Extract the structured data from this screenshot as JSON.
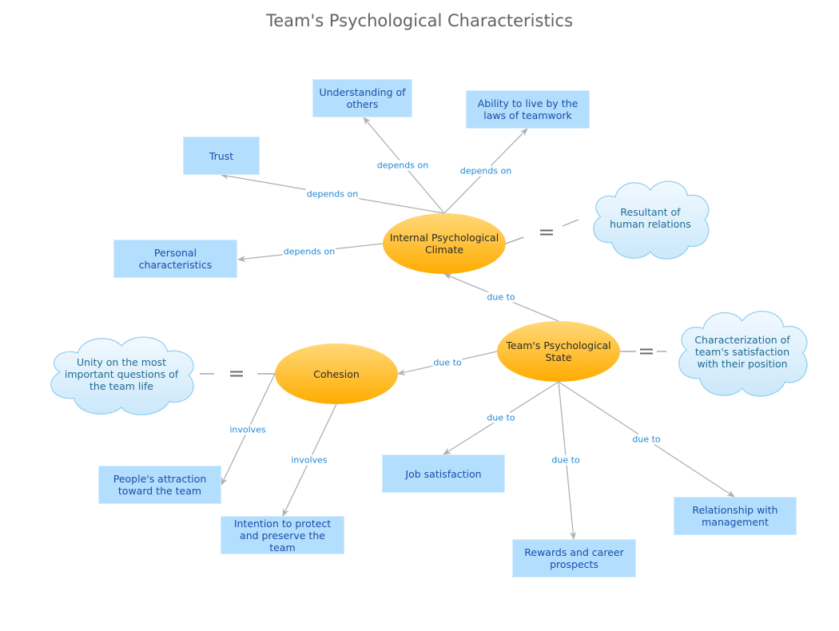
{
  "title": "Team's Psychological Characteristics",
  "colors": {
    "box_fill": "#b3defd",
    "box_text": "#1a4ea8",
    "ellipse_top": "#ffd878",
    "ellipse_bottom": "#ffac00",
    "cloud_fill": "#d3ecfc",
    "cloud_stroke": "#8fcdf0",
    "edge_line": "#b0b0b0",
    "edge_label": "#1e88d8"
  },
  "nodes": {
    "internal_climate": {
      "label": "Internal Psychological Climate",
      "shape": "ellipse"
    },
    "team_state": {
      "label": "Team's Psychological State",
      "shape": "ellipse"
    },
    "cohesion": {
      "label": "Cohesion",
      "shape": "ellipse"
    },
    "understanding": {
      "label": "Understanding of others",
      "shape": "box"
    },
    "ability": {
      "label": "Ability to live by the laws of teamwork",
      "shape": "box"
    },
    "trust": {
      "label": "Trust",
      "shape": "box"
    },
    "personal": {
      "label": "Personal characteristics",
      "shape": "box"
    },
    "attraction": {
      "label": "People's attraction toward the team",
      "shape": "box"
    },
    "intention": {
      "label": "Intention to protect and preserve the team",
      "shape": "box"
    },
    "job": {
      "label": "Job satisfaction",
      "shape": "box"
    },
    "rewards": {
      "label": "Rewards and career prospects",
      "shape": "box"
    },
    "relationship": {
      "label": "Relationship with management",
      "shape": "box"
    },
    "resultant": {
      "label": "Resultant of human relations",
      "shape": "cloud"
    },
    "characterization": {
      "label": "Characterization of team's satisfaction with their position",
      "shape": "cloud"
    },
    "unity": {
      "label": "Unity on the most important questions of the team life",
      "shape": "cloud"
    }
  },
  "edges": [
    {
      "from": "internal_climate",
      "to": "understanding",
      "label": "depends on"
    },
    {
      "from": "internal_climate",
      "to": "ability",
      "label": "depends on"
    },
    {
      "from": "internal_climate",
      "to": "trust",
      "label": "depends on"
    },
    {
      "from": "internal_climate",
      "to": "personal",
      "label": "depends on"
    },
    {
      "from": "team_state",
      "to": "internal_climate",
      "label": "due to"
    },
    {
      "from": "team_state",
      "to": "cohesion",
      "label": "due to"
    },
    {
      "from": "team_state",
      "to": "job",
      "label": "due to"
    },
    {
      "from": "team_state",
      "to": "rewards",
      "label": "due to"
    },
    {
      "from": "team_state",
      "to": "relationship",
      "label": "due to"
    },
    {
      "from": "cohesion",
      "to": "attraction",
      "label": "involves"
    },
    {
      "from": "cohesion",
      "to": "intention",
      "label": "involves"
    }
  ],
  "equivalences": [
    {
      "from": "internal_climate",
      "to": "resultant",
      "symbol": "="
    },
    {
      "from": "team_state",
      "to": "characterization",
      "symbol": "="
    },
    {
      "from": "cohesion",
      "to": "unity",
      "symbol": "="
    }
  ]
}
